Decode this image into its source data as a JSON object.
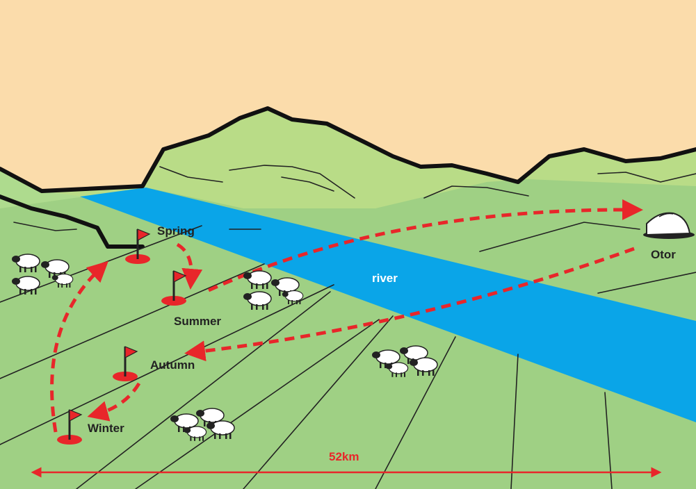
{
  "labels": {
    "spring": "Spring",
    "summer": "Summer",
    "autumn": "Autumn",
    "winter": "Winter",
    "river": "river",
    "otor": "Otor",
    "distance": "52km"
  },
  "colors": {
    "sky": "#fbdcab",
    "mountain": "#b9dc87",
    "grass": "#9fd084",
    "grass_far": "#aedb8e",
    "river": "#0aa5e8",
    "route": "#e8262a",
    "outline": "#111111"
  },
  "icons": [
    "flag-icon",
    "sheep-icon",
    "ger-tent-icon",
    "double-arrow-icon"
  ]
}
